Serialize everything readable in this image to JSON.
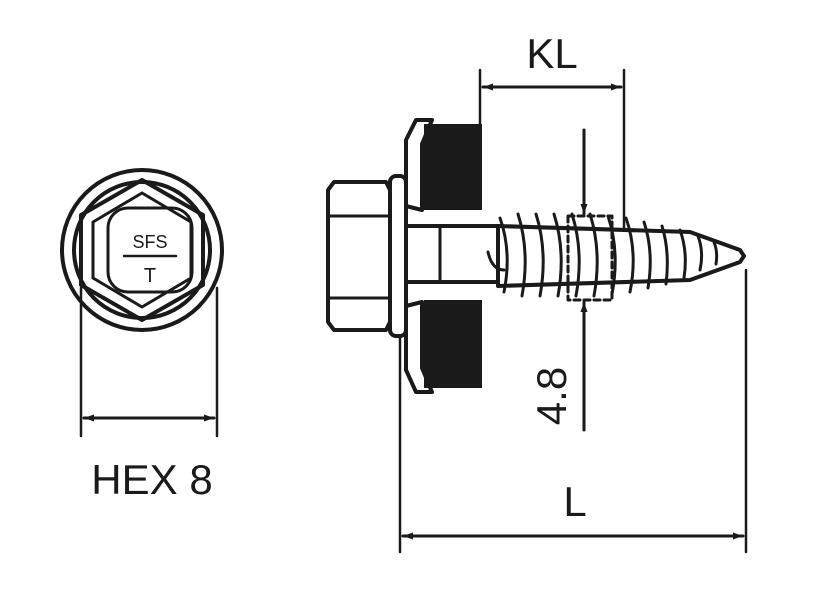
{
  "labels": {
    "kl": "KL",
    "l": "L",
    "diameter": "4.8",
    "hex": "HEX 8",
    "head_mark_top": "SFS",
    "head_mark_bottom": "T"
  },
  "colors": {
    "line": "#1a1a1a",
    "washer_seal": "#1a1a1a",
    "background": "#ffffff"
  }
}
